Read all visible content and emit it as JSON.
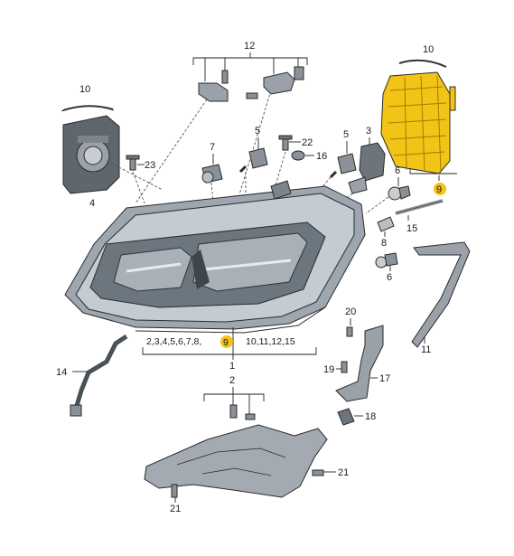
{
  "colors": {
    "highlight": "#f3c316",
    "housing_dark": "#5c6670",
    "housing_light": "#b7bfc6",
    "part_grey": "#8a9198",
    "part_light": "#d5d9dd",
    "gasket": "#6b7077",
    "label_text": "#1a1a1a"
  },
  "labels": {
    "l12": "12",
    "l10_left": "10",
    "l10_right": "10",
    "l3": "3",
    "l5_left": "5",
    "l5_right": "5",
    "l7": "7",
    "l22": "22",
    "l16": "16",
    "l23": "23",
    "l4": "4",
    "l6_upper": "6",
    "l6_lower": "6",
    "l9_right": "9",
    "l15": "15",
    "l8": "8",
    "l11": "11",
    "l20": "20",
    "l19": "19",
    "l17": "17",
    "l18": "18",
    "l14": "14",
    "l2": "2",
    "l21_right": "21",
    "l21_bottom": "21",
    "l1": "1"
  },
  "group1": {
    "left_prefix": "2,3,4,5,6,7,8,",
    "left_highlight": "9",
    "right_list": "10,11,12,15"
  }
}
